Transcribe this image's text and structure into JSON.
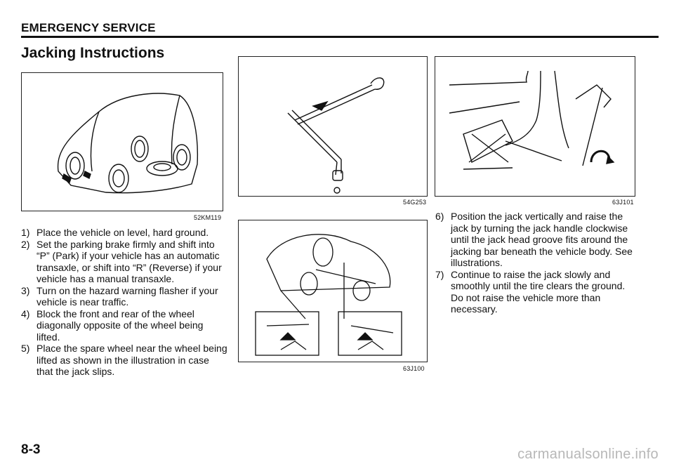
{
  "header": {
    "section": "EMERGENCY SERVICE",
    "title": "Jacking Instructions"
  },
  "figures": [
    {
      "id": "52KM119",
      "caption": "52KM119",
      "icon": "vehicle-wheel-blocks-illustration"
    },
    {
      "id": "54G253",
      "caption": "54G253",
      "icon": "jack-handle-tool-illustration"
    },
    {
      "id": "63J101",
      "caption": "63J101",
      "icon": "jack-operation-illustration"
    },
    {
      "id": "63J100",
      "caption": "63J100",
      "icon": "jacking-points-illustration"
    }
  ],
  "steps_left": [
    {
      "num": "1)",
      "text": "Place the vehicle on level, hard ground."
    },
    {
      "num": "2)",
      "text": "Set the parking brake firmly and shift into “P” (Park) if your vehicle has an automatic transaxle, or shift into “R” (Reverse) if your vehicle has a manual transaxle."
    },
    {
      "num": "3)",
      "text": "Turn on the hazard warning flasher if your vehicle is near traffic."
    },
    {
      "num": "4)",
      "text": "Block the front and rear of the wheel diagonally opposite of the wheel being lifted."
    },
    {
      "num": "5)",
      "text": "Place the spare wheel near the wheel being lifted as shown in the illustration in case that the jack slips."
    }
  ],
  "steps_right": [
    {
      "num": "6)",
      "text": "Position the jack vertically and raise the jack by turning the jack handle clockwise until the jack head groove fits around the jacking bar beneath the vehicle body. See illustrations."
    },
    {
      "num": "7)",
      "text": "Continue to raise the jack slowly and smoothly until the tire clears the ground. Do not raise the vehicle more than necessary."
    }
  ],
  "footer": {
    "page_number": "8-3",
    "watermark": "carmanualsonline.info"
  }
}
